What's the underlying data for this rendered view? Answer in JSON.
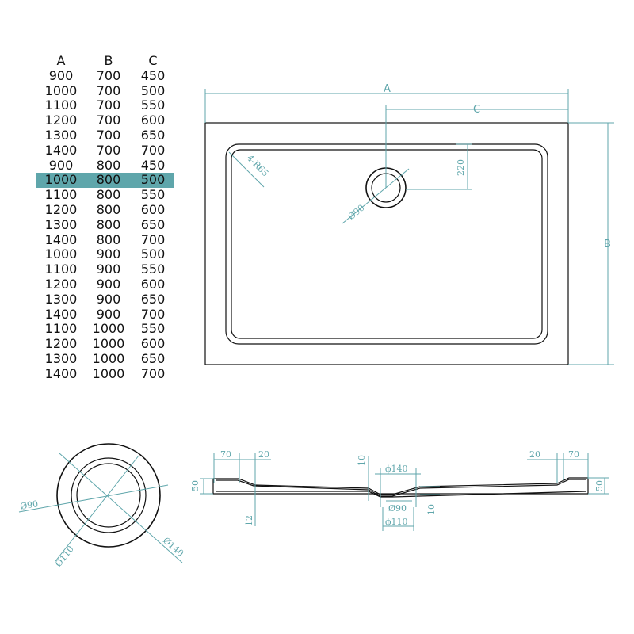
{
  "table": {
    "headers": [
      "A",
      "B",
      "C"
    ],
    "highlight_index": 7,
    "highlight_color": "#5fa6ab",
    "rows": [
      [
        "900",
        "700",
        "450"
      ],
      [
        "1000",
        "700",
        "500"
      ],
      [
        "1100",
        "700",
        "550"
      ],
      [
        "1200",
        "700",
        "600"
      ],
      [
        "1300",
        "700",
        "650"
      ],
      [
        "1400",
        "700",
        "700"
      ],
      [
        "900",
        "800",
        "450"
      ],
      [
        "1000",
        "800",
        "500"
      ],
      [
        "1100",
        "800",
        "550"
      ],
      [
        "1200",
        "800",
        "600"
      ],
      [
        "1300",
        "800",
        "650"
      ],
      [
        "1400",
        "800",
        "700"
      ],
      [
        "1000",
        "900",
        "500"
      ],
      [
        "1100",
        "900",
        "550"
      ],
      [
        "1200",
        "900",
        "600"
      ],
      [
        "1300",
        "900",
        "650"
      ],
      [
        "1400",
        "900",
        "700"
      ],
      [
        "1100",
        "1000",
        "550"
      ],
      [
        "1200",
        "1000",
        "600"
      ],
      [
        "1300",
        "1000",
        "650"
      ],
      [
        "1400",
        "1000",
        "700"
      ]
    ]
  },
  "plan_view": {
    "dim_a": "A",
    "dim_b": "B",
    "dim_c": "C",
    "corner_radius": "4-R65",
    "drain_offset": "220",
    "drain_diameter": "Ø90"
  },
  "drain_detail": {
    "inner_diameter": "Ø90",
    "middle_diameter": "Ø110",
    "outer_diameter": "Ø140"
  },
  "section_view": {
    "left_rim_width": "70",
    "left_slope_width": "20",
    "right_slope_width": "20",
    "right_rim_width": "70",
    "left_height": "50",
    "right_height": "50",
    "drain_depth_top": "10",
    "drain_depth_bottom": "10",
    "base_thickness": "12",
    "drain_outer": "ϕ140",
    "drain_inner": "Ø90",
    "drain_middle": "ϕ110"
  },
  "colors": {
    "dimension": "#5fa6ab",
    "outline": "#111111"
  }
}
